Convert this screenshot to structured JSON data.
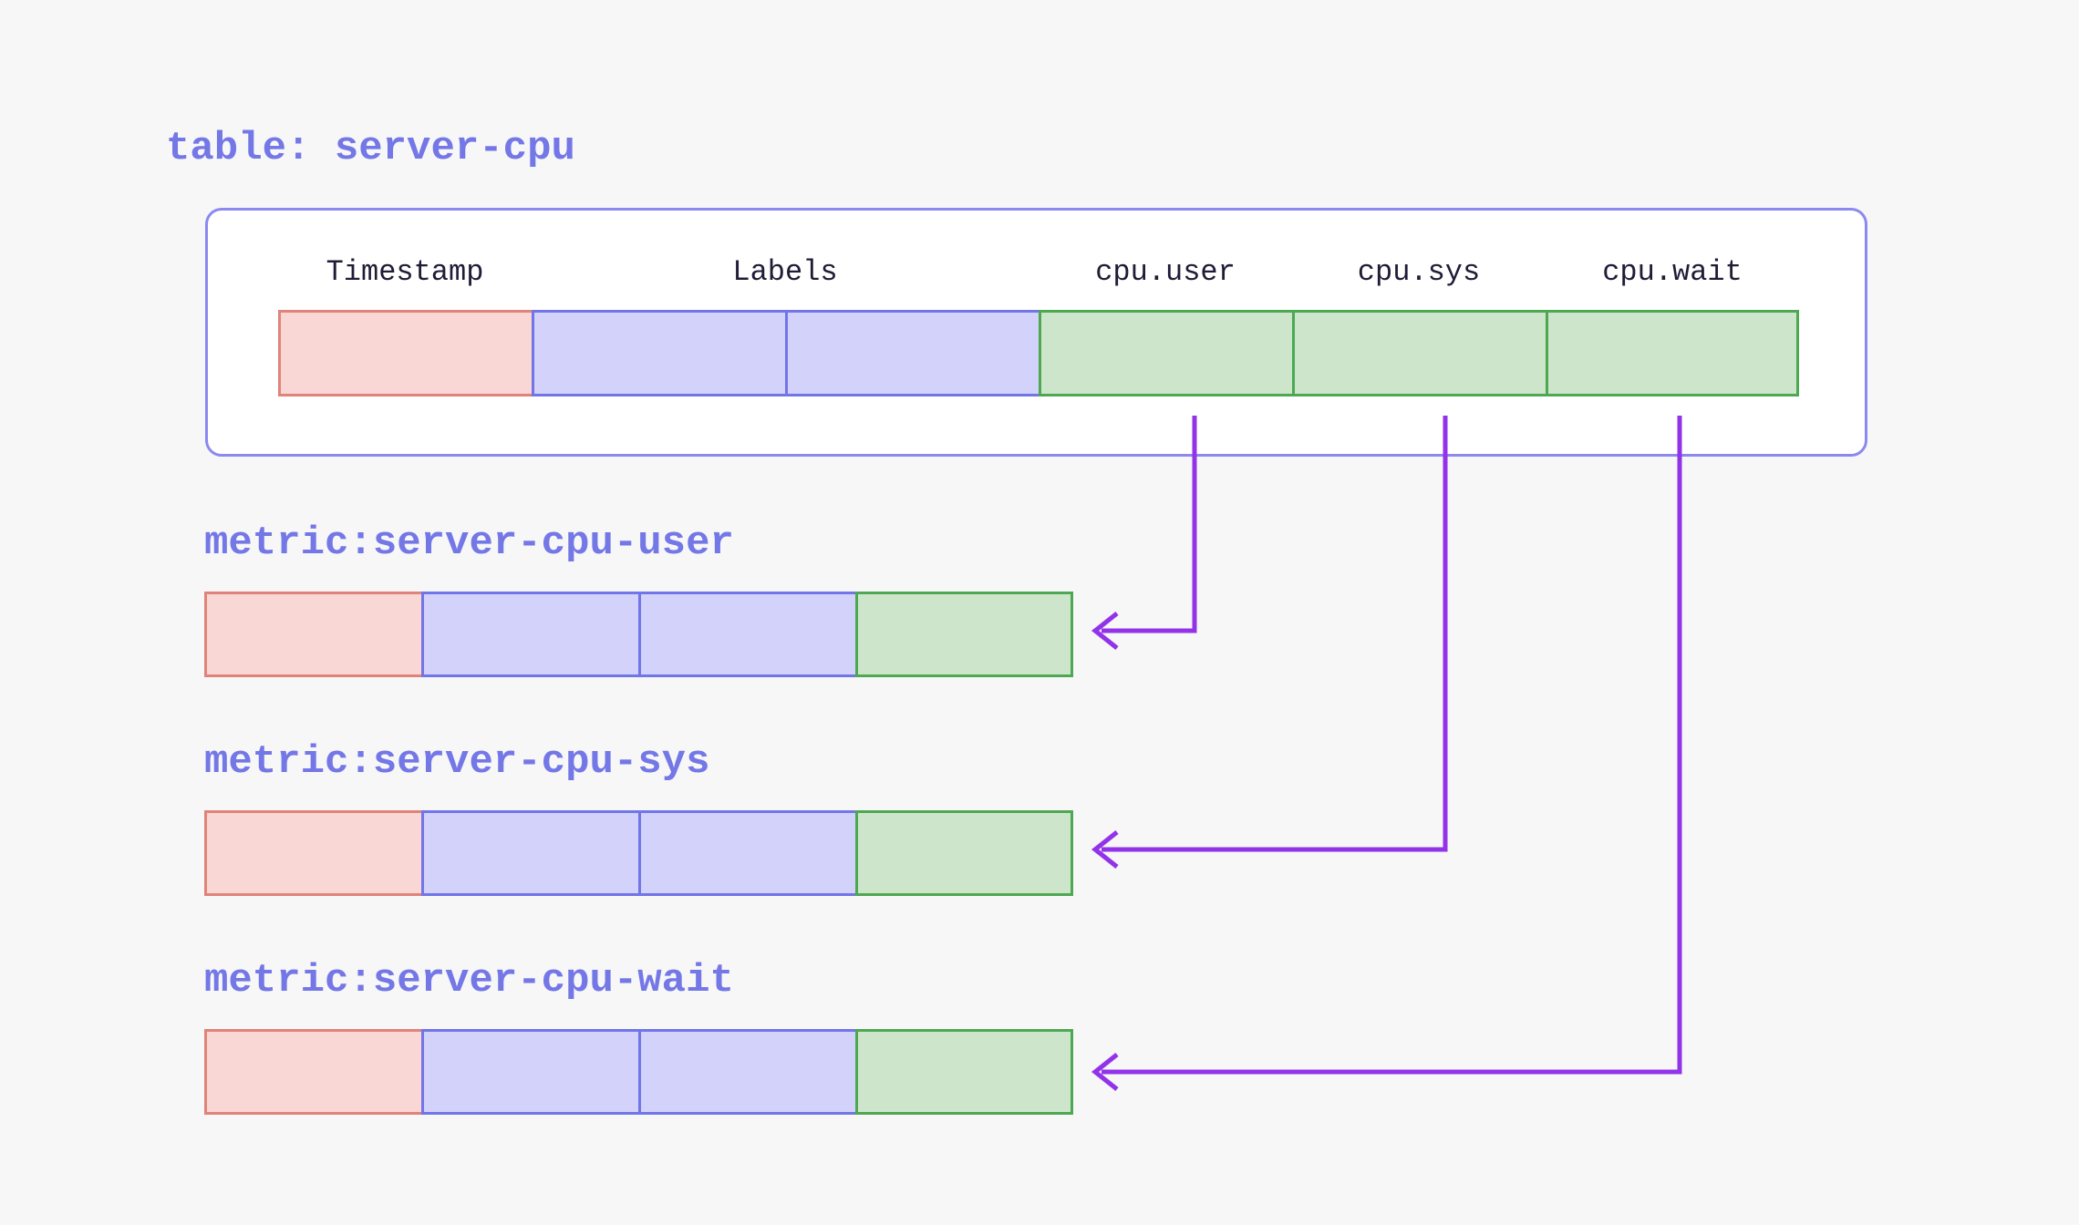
{
  "table": {
    "title": "table: server-cpu",
    "columns": [
      "Timestamp",
      "Labels",
      "cpu.user",
      "cpu.sys",
      "cpu.wait"
    ]
  },
  "metrics": [
    {
      "label": "metric:server-cpu-user",
      "source_column": "cpu.user"
    },
    {
      "label": "metric:server-cpu-sys",
      "source_column": "cpu.sys"
    },
    {
      "label": "metric:server-cpu-wait",
      "source_column": "cpu.wait"
    }
  ],
  "colors": {
    "page_background": "#f7f7f8",
    "accent_purple_text": "#7477e6",
    "arrow_purple": "#9233ea",
    "box_border": "#8b89f1",
    "header_text": "#211b36",
    "timestamp_cell_fill": "#f8d7d4",
    "timestamp_cell_border": "#e0837a",
    "labels_cell_fill": "#d2d2fa",
    "labels_cell_border": "#7275e8",
    "value_cell_fill": "#cde6cb",
    "value_cell_border": "#4ea852"
  }
}
